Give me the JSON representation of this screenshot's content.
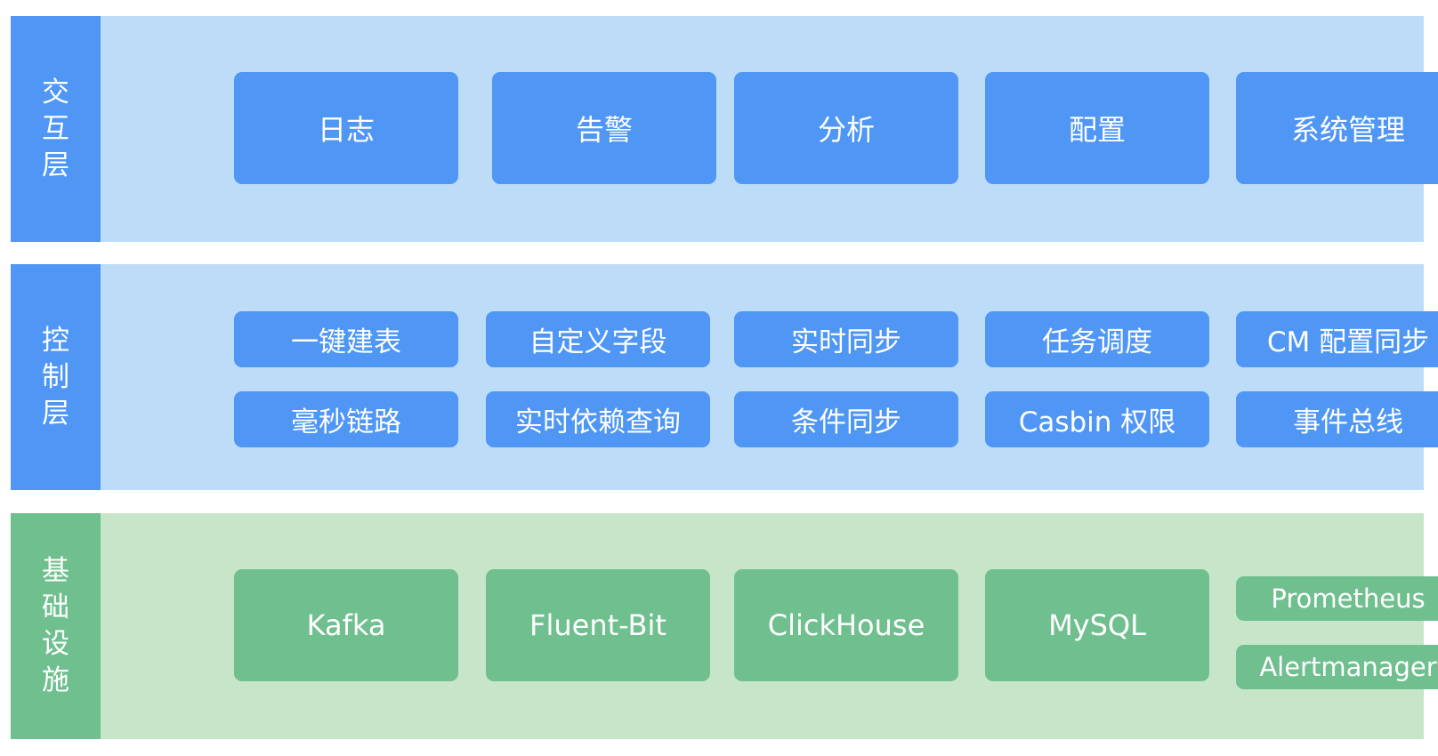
{
  "colors": {
    "blue_label": "#4f96f5",
    "blue_panel": "#bcdcf8",
    "green_label": "#70bf8f",
    "green_panel": "#c7e6c9",
    "box_text": "#ffffff"
  },
  "interaction_layer": {
    "label": "交互层",
    "items": [
      "日志",
      "告警",
      "分析",
      "配置",
      "系统管理"
    ]
  },
  "control_layer": {
    "label": "控制层",
    "row1": [
      "一键建表",
      "自定义字段",
      "实时同步",
      "任务调度",
      "CM 配置同步"
    ],
    "row2": [
      "毫秒链路",
      "实时依赖查询",
      "条件同步",
      "Casbin 权限",
      "事件总线"
    ]
  },
  "infrastructure_layer": {
    "label": "基础设施",
    "items": [
      "Kafka",
      "Fluent-Bit",
      "ClickHouse",
      "MySQL"
    ],
    "stacked": [
      "Prometheus",
      "Alertmanager"
    ]
  }
}
